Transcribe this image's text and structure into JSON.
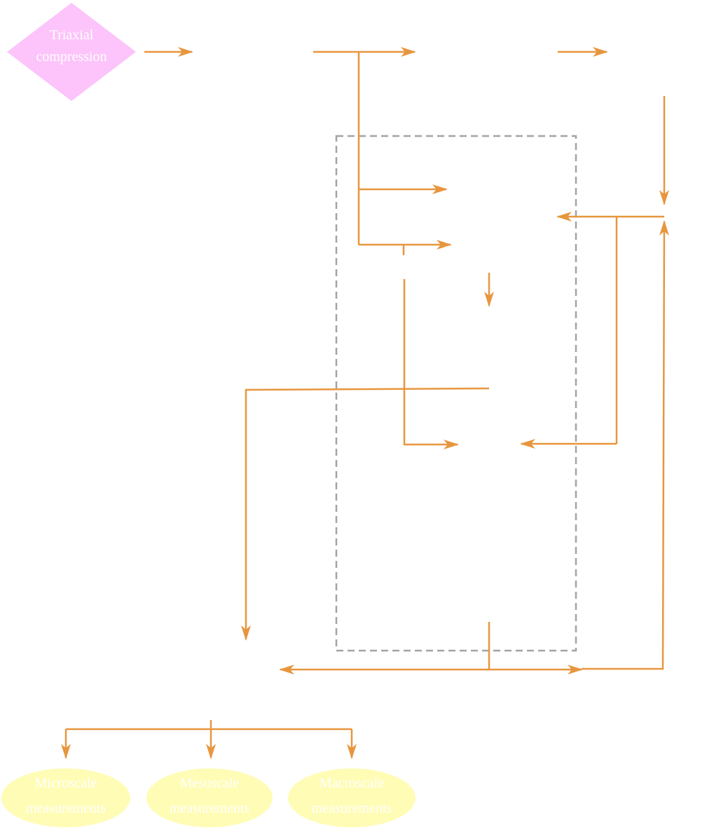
{
  "colors": {
    "arrow": "#e7963e",
    "boundary": "#a3a3a3",
    "start_node_fill": "#fcc4fb",
    "end_node_fill": "#fffcb6",
    "node_text": "#ffffff"
  },
  "nodes": {
    "start": {
      "line1": "Triaxial",
      "line2": "compression"
    },
    "microscale": {
      "line1": "Microscale",
      "line2": "measurements"
    },
    "mesoscale": {
      "line1": "Mesoscale",
      "line2": "measurements"
    },
    "macroscale": {
      "line1": "Macroscale",
      "line2": "measurements"
    }
  }
}
